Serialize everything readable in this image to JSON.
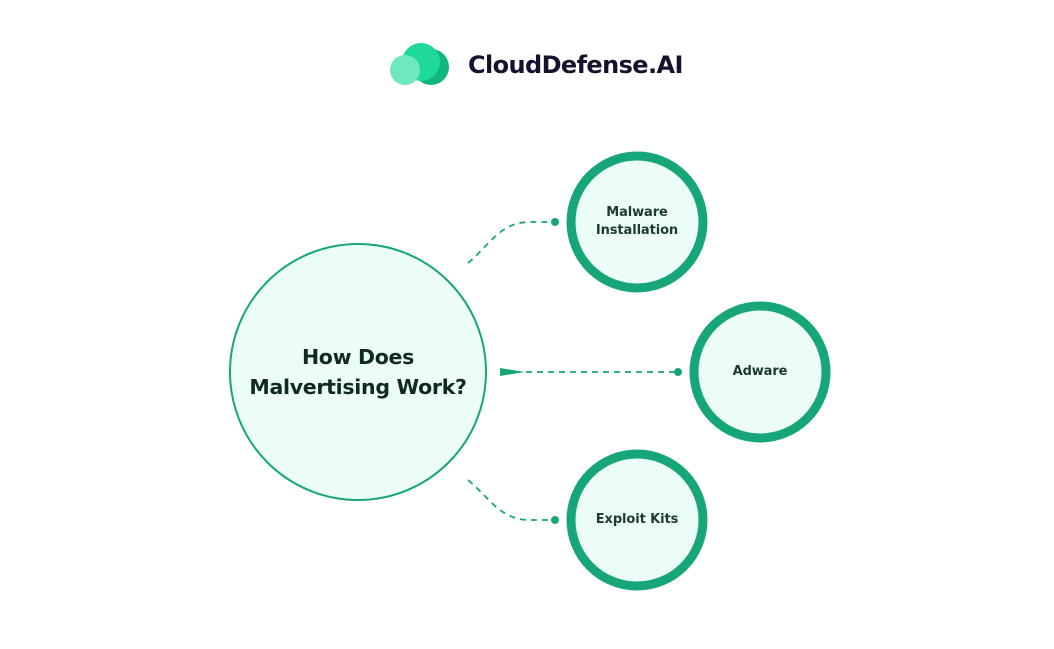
{
  "brand": {
    "name": "CloudDefense.AI",
    "icon": "cloud-logo-icon",
    "colors": {
      "light": "#6ee8c0",
      "mid": "#1ed99a",
      "dark": "#12b57f",
      "text": "#16122e"
    }
  },
  "diagram": {
    "central": {
      "title_line1": "How Does",
      "title_line2": "Malvertising Work?"
    },
    "nodes": [
      {
        "id": "malware-installation",
        "line1": "Malware",
        "line2": "Installation"
      },
      {
        "id": "adware",
        "line1": "Adware",
        "line2": ""
      },
      {
        "id": "exploit-kits",
        "line1": "Exploit Kits",
        "line2": ""
      }
    ],
    "colors": {
      "accent": "#17a67a",
      "fill": "#ecfdf7",
      "text": "#14332a"
    }
  }
}
